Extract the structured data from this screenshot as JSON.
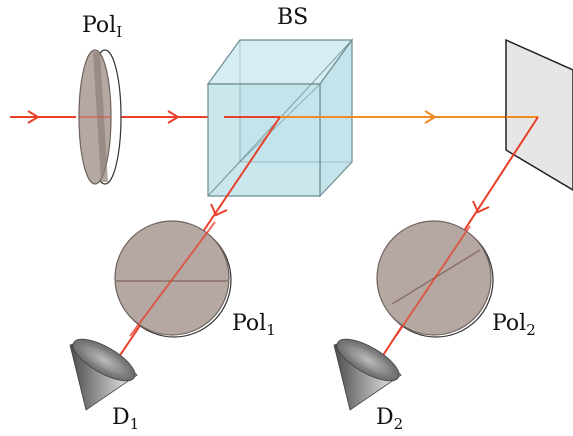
{
  "labels": {
    "pol_input": {
      "main": "Pol",
      "sub": "I"
    },
    "beam_splitter": "BS",
    "pol_1": {
      "main": "Pol",
      "sub": "1"
    },
    "pol_2": {
      "main": "Pol",
      "sub": "2"
    },
    "detector_1": {
      "main": "D",
      "sub": "1"
    },
    "detector_2": {
      "main": "D",
      "sub": "2"
    }
  },
  "colors": {
    "beam": "#e8402a",
    "beam_transmitted": "#f08a22",
    "cube_face": "#bfe3ea",
    "cube_edge": "#6d8c93",
    "polarizer_fill": "#b5a8a3",
    "polarizer_edge": "#6f625d",
    "mirror_fill": "#e6e6e6",
    "detector_dark": "#555555",
    "detector_light": "#f2f2f2"
  }
}
